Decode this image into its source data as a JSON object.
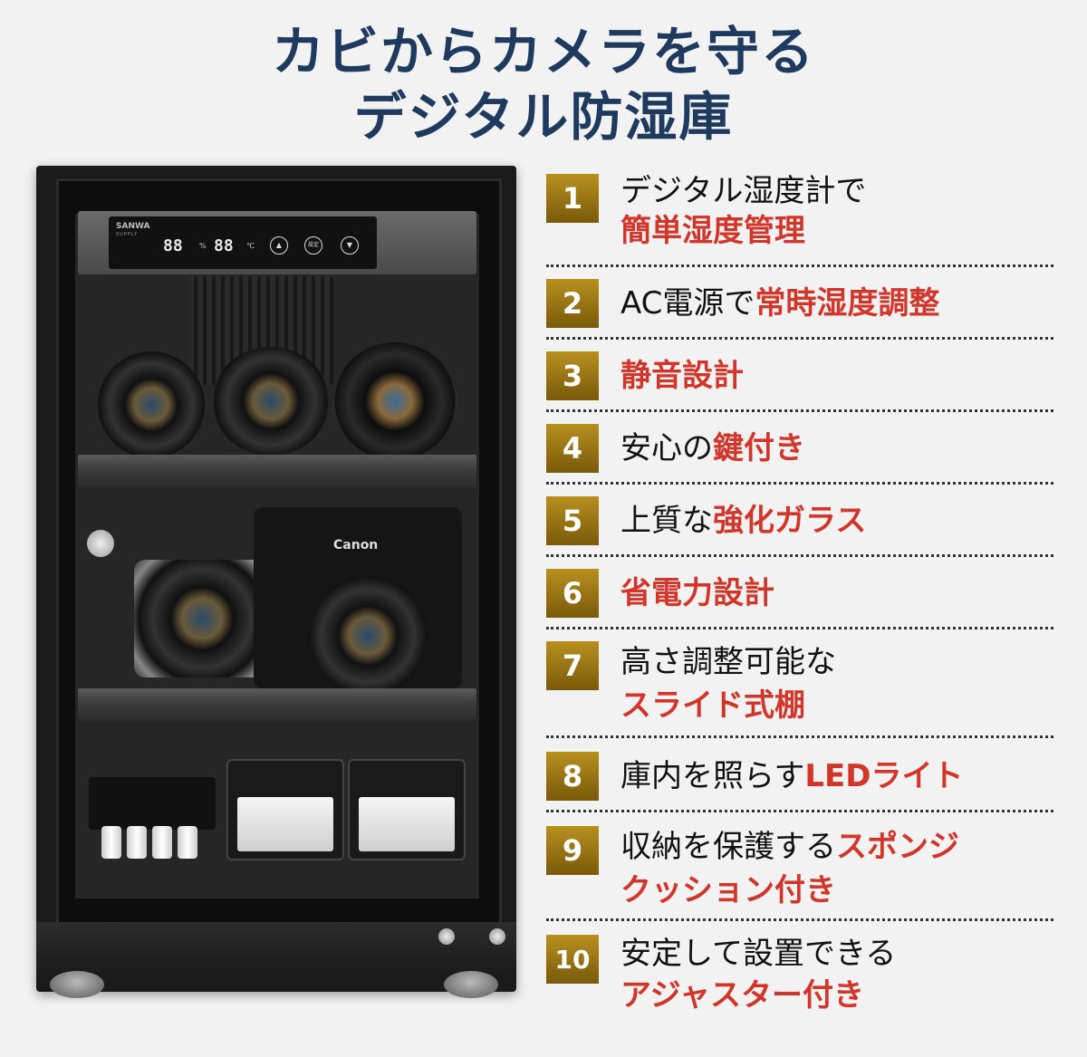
{
  "title": {
    "line1": "カビからカメラを守る",
    "line2": "デジタル防湿庫"
  },
  "cabinet": {
    "brand": "SANWA",
    "brand_sub": "SUPPLY",
    "humidity_readout": "88",
    "humidity_unit": "%",
    "temperature_readout": "88",
    "temperature_unit": "℃",
    "set_label": "設定",
    "camera_brand": "Canon"
  },
  "features": [
    {
      "number": "1",
      "lead": "デジタル湿度計で",
      "highlight": "簡単湿度管理"
    },
    {
      "number": "2",
      "lead": "AC電源で",
      "highlight": "常時湿度調整"
    },
    {
      "number": "3",
      "lead": "",
      "highlight": "静音設計"
    },
    {
      "number": "4",
      "lead": "安心の",
      "highlight": "鍵付き"
    },
    {
      "number": "5",
      "lead": "上質な",
      "highlight": "強化ガラス"
    },
    {
      "number": "6",
      "lead": "",
      "highlight": "省電力設計"
    },
    {
      "number": "7",
      "lead": "高さ調整可能な",
      "highlight": "スライド式棚"
    },
    {
      "number": "8",
      "lead": "庫内を照らす",
      "highlight": "LEDライト"
    },
    {
      "number": "9",
      "lead": "収納を保護する",
      "highlight": "スポンジ",
      "highlight2": "クッション付き"
    },
    {
      "number": "10",
      "lead": "安定して設置できる",
      "highlight": "アジャスター付き"
    }
  ],
  "colors": {
    "title": "#1e3a5f",
    "highlight": "#d2362a",
    "badge": "#9a7515"
  }
}
